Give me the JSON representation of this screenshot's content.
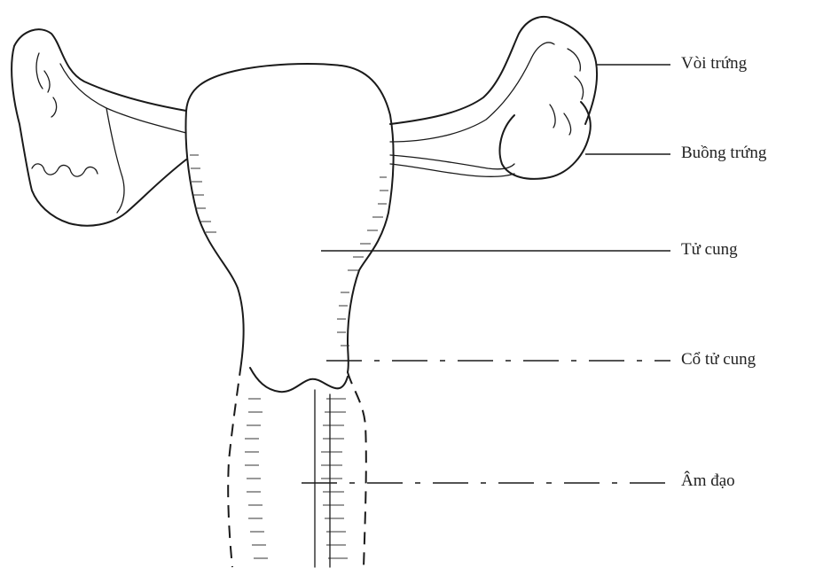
{
  "labels": {
    "fallopian_tube": "Vòi trứng",
    "ovary": "Buồng trứng",
    "uterus": "Tử cung",
    "cervix": "Cổ tử cung",
    "vagina": "Âm đạo"
  },
  "colors": {
    "line": "#1a1a1a",
    "background": "#ffffff"
  }
}
